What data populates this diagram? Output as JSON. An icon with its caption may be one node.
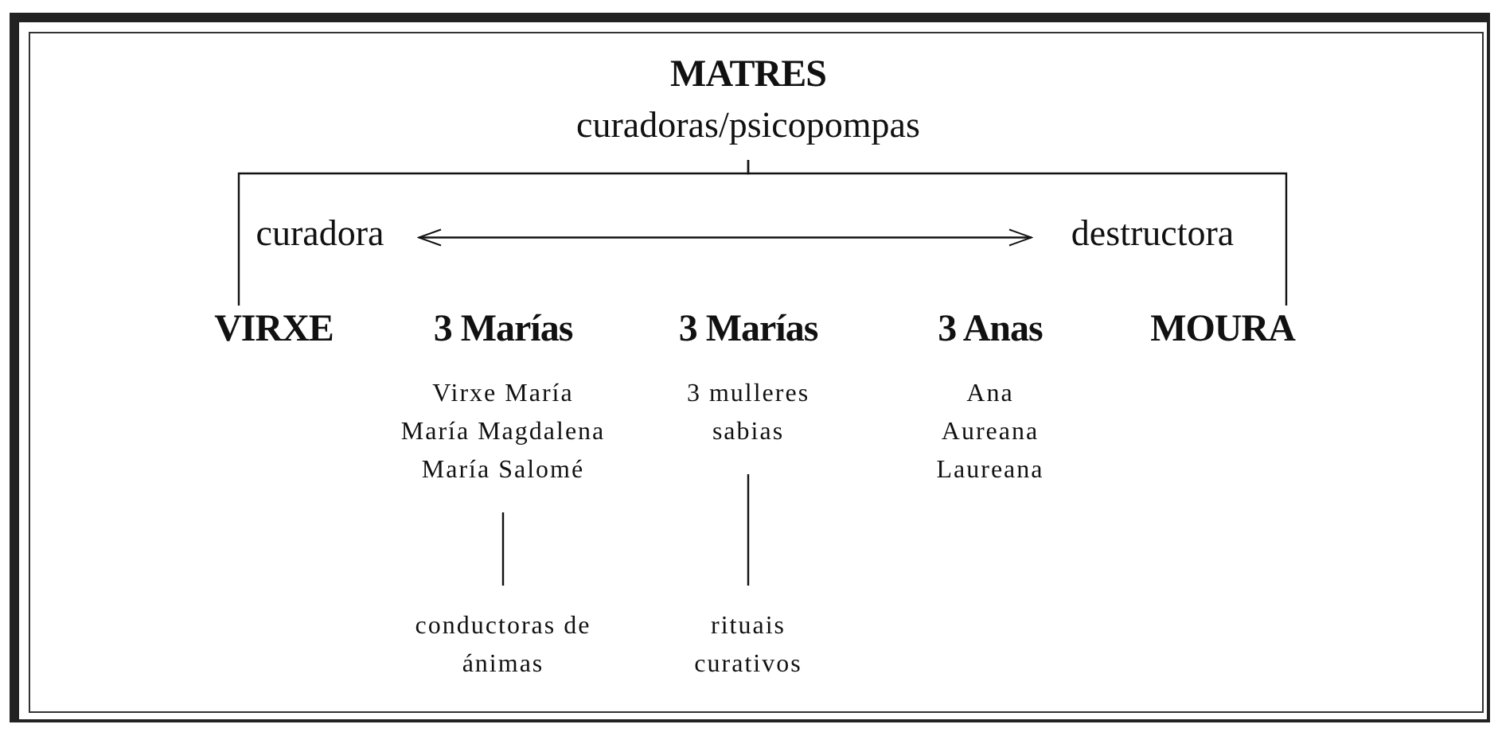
{
  "diagram": {
    "nodes": [
      {
        "text": [
          "MATRES",
          "curadoras/psicopompas"
        ]
      },
      {
        "text": [
          "curadora"
        ]
      },
      {
        "text": [
          "destructora"
        ]
      },
      {
        "text": [
          "VIRXE"
        ]
      },
      {
        "text": [
          "3 Marías",
          "Virxe María",
          "María Magdalena",
          "María Salomé"
        ]
      },
      {
        "text": [
          "3 Marías",
          "3 mulleres sabias"
        ]
      },
      {
        "text": [
          "3 Anas",
          "Ana",
          "Aureana",
          "Laureana"
        ]
      },
      {
        "text": [
          "MOURA"
        ]
      },
      {
        "text": [
          "conductoras de ánimas"
        ]
      },
      {
        "text": [
          "rituais curativos"
        ]
      }
    ],
    "edges": [
      {
        "from": 0,
        "to": 3,
        "arrow": "none"
      },
      {
        "from": 0,
        "to": 7,
        "arrow": "none"
      },
      {
        "from": 1,
        "to": 2,
        "arrow": "both"
      },
      {
        "from": 4,
        "to": 8,
        "arrow": "none"
      },
      {
        "from": 5,
        "to": 9,
        "arrow": "none"
      }
    ]
  }
}
